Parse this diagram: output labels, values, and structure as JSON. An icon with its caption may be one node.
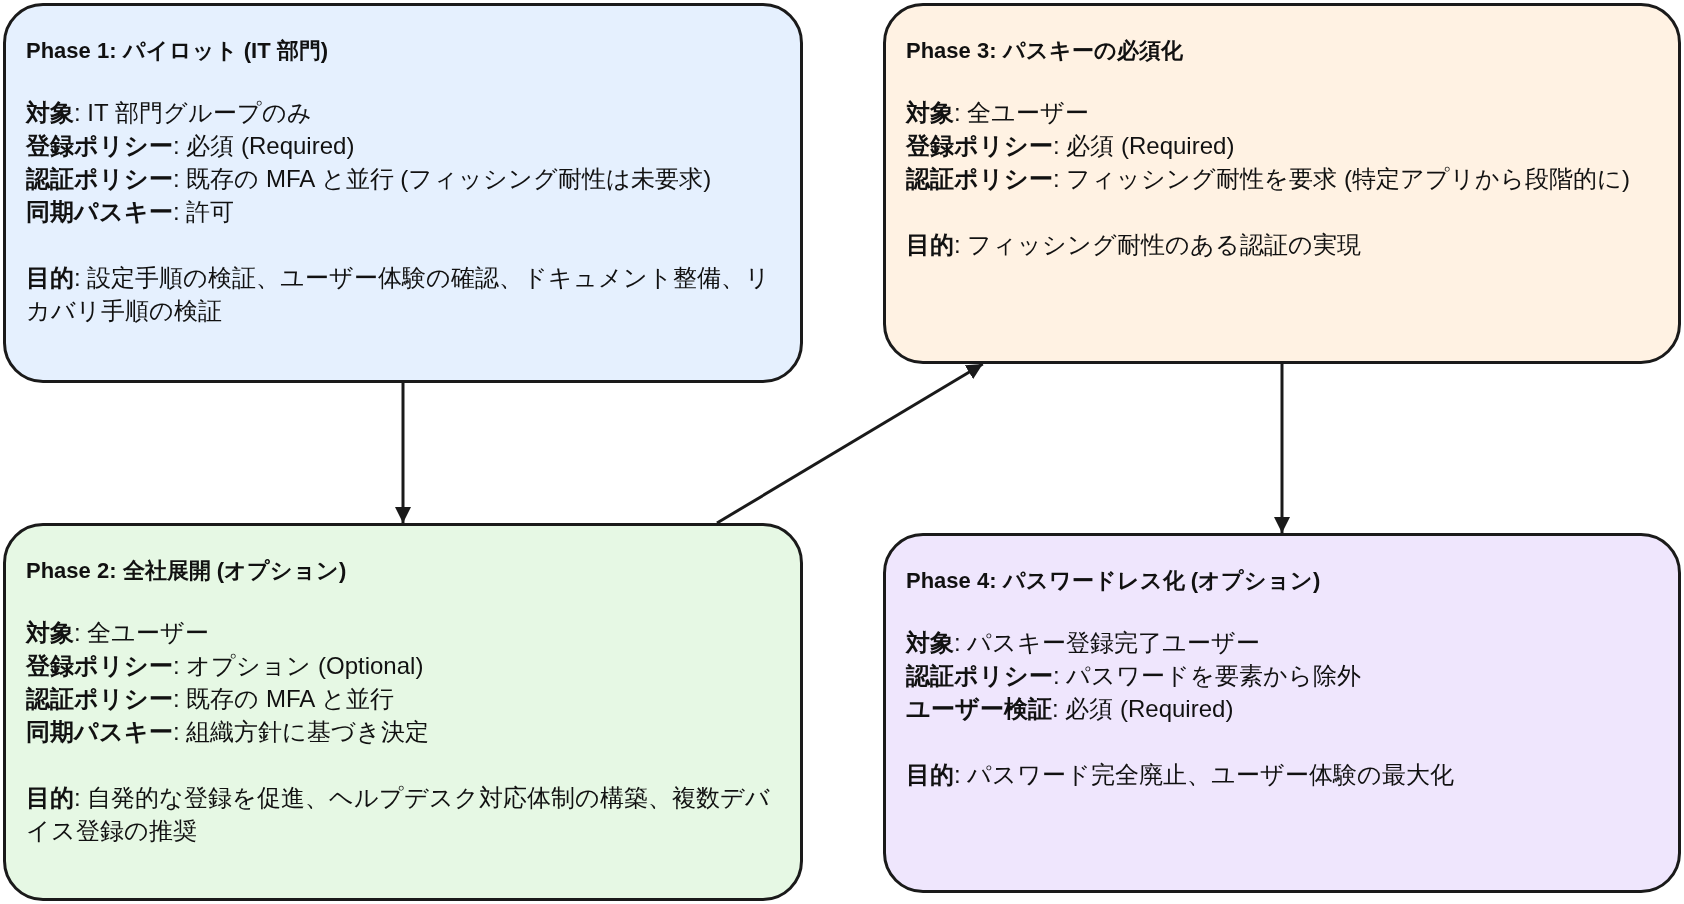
{
  "diagram": {
    "nodes": [
      {
        "text": [
          "Phase 1: パイロット (IT 部門)",
          "**対象**: IT 部門グループのみ",
          "**登録ポリシー**: 必須 (Required)",
          "**認証ポリシー**: 既存の MFA と並行 (フィッシング耐性は未要求)",
          "**同期パスキー**: 許可",
          "**目的**: 設定手順の検証、ユーザー体験の確認、ドキュメント整備、リカバリ手順の検証"
        ]
      },
      {
        "text": [
          "Phase 2: 全社展開 (オプション)",
          "**対象**: 全ユーザー",
          "**登録ポリシー**: オプション (Optional)",
          "**認証ポリシー**: 既存の MFA と並行",
          "**同期パスキー**: 組織方針に基づき決定",
          "**目的**: 自発的な登録を促進、ヘルプデスク対応体制の構築、複数デバイス登録の推奨"
        ]
      },
      {
        "text": [
          "Phase 3: パスキーの必須化",
          "**対象**: 全ユーザー",
          "**登録ポリシー**: 必須 (Required)",
          "**認証ポリシー**: フィッシング耐性を要求 (特定アプリから段階的に)",
          "**目的**: フィッシング耐性のある認証の実現"
        ]
      },
      {
        "text": [
          "Phase 4: パスワードレス化 (オプション)",
          "**対象**: パスキー登録完了ユーザー",
          "**認証ポリシー**: パスワードを要素から除外",
          "**ユーザー検証**: 必須 (Required)",
          "**目的**: パスワード完全廃止、ユーザー体験の最大化"
        ]
      }
    ],
    "edges": [
      {
        "from": 0,
        "to": 1,
        "arrow": "to"
      },
      {
        "from": 1,
        "to": 2,
        "arrow": "to"
      },
      {
        "from": 2,
        "to": 3,
        "arrow": "to"
      }
    ]
  }
}
